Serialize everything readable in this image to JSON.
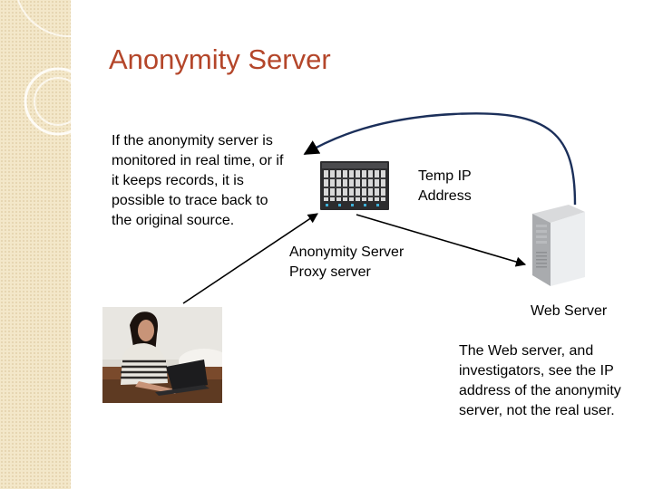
{
  "slide": {
    "title": "Anonymity Server",
    "left_text": "If the anonymity server is monitored in real time, or if it keeps records, it is possible to trace back to the original source.",
    "temp_ip_line1": "Temp IP",
    "temp_ip_line2": "Address",
    "proxy_line1": "Anonymity Server",
    "proxy_line2": "Proxy server",
    "web_server_label": "Web Server",
    "right_text": "The Web server, and investigators, see the IP address of the anonymity server, not the real user."
  },
  "colors": {
    "title": "#b4462a",
    "curve": "#1b2f5a",
    "sidebar": "#f3e7c9"
  },
  "icons": {
    "user_photo": "woman-with-laptop-photo",
    "proxy": "server-rack-icon",
    "web_server": "tower-server-icon"
  }
}
